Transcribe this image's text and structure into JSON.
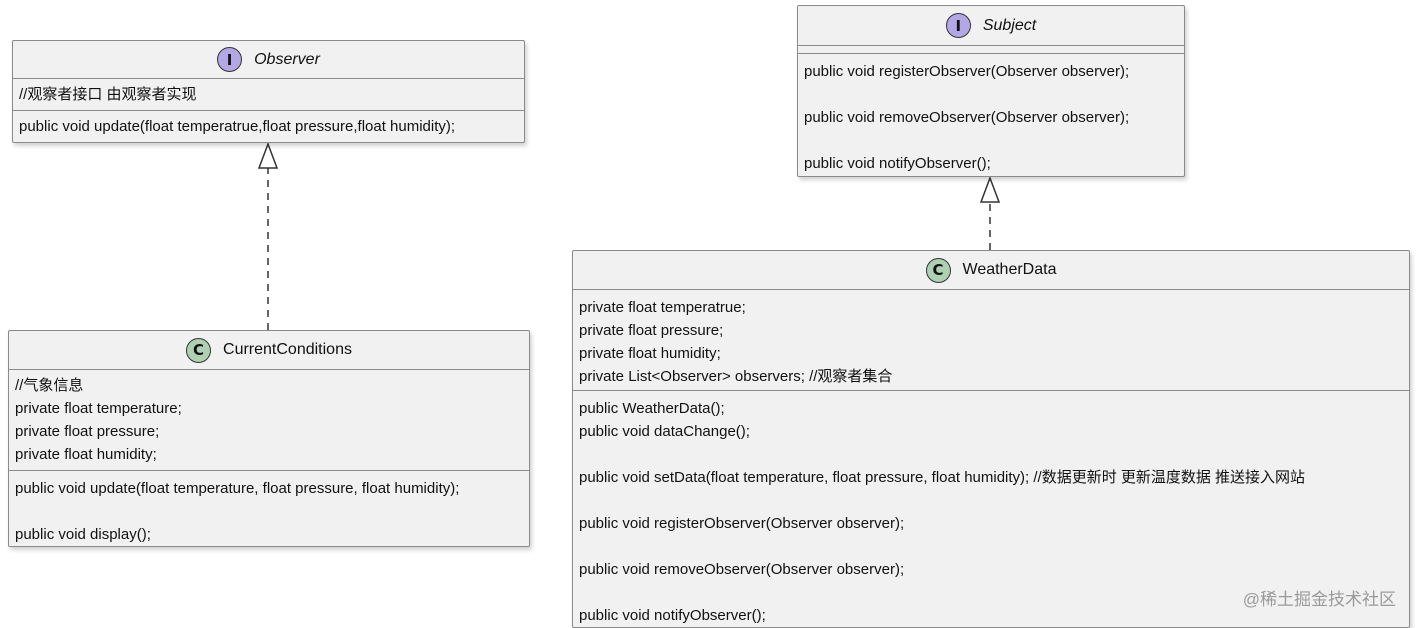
{
  "observer": {
    "stereotype": "I",
    "name": "Observer",
    "comment": "//观察者接口 由观察者实现",
    "methods": [
      "public void update(float temperatrue,float pressure,float humidity);"
    ]
  },
  "subject": {
    "stereotype": "I",
    "name": "Subject",
    "methods": [
      "public void registerObserver(Observer observer);",
      "",
      "public void removeObserver(Observer observer);",
      "",
      "public void notifyObserver();"
    ]
  },
  "current_conditions": {
    "stereotype": "C",
    "name": "CurrentConditions",
    "fields": [
      "//气象信息",
      "private float temperature;",
      "private float pressure;",
      "private float humidity;"
    ],
    "methods": [
      "public void update(float temperature, float pressure, float humidity);",
      "",
      "public void display();"
    ]
  },
  "weather_data": {
    "stereotype": "C",
    "name": "WeatherData",
    "fields": [
      "private float temperatrue;",
      "private float pressure;",
      "private float humidity;",
      "private List<Observer> observers; //观察者集合"
    ],
    "methods": [
      "public WeatherData();",
      "public void dataChange();",
      "",
      "public void setData(float temperature, float pressure, float humidity); //数据更新时 更新温度数据 推送接入网站",
      "",
      "public void registerObserver(Observer observer);",
      "",
      "public void removeObserver(Observer observer);",
      "",
      "public void notifyObserver();"
    ]
  },
  "watermark": "@稀土掘金技术社区",
  "colors": {
    "interface_badge": "#b4a7e5",
    "class_badge": "#add1b2",
    "box_fill": "#f1f1f1",
    "border": "#8a8a8a"
  }
}
